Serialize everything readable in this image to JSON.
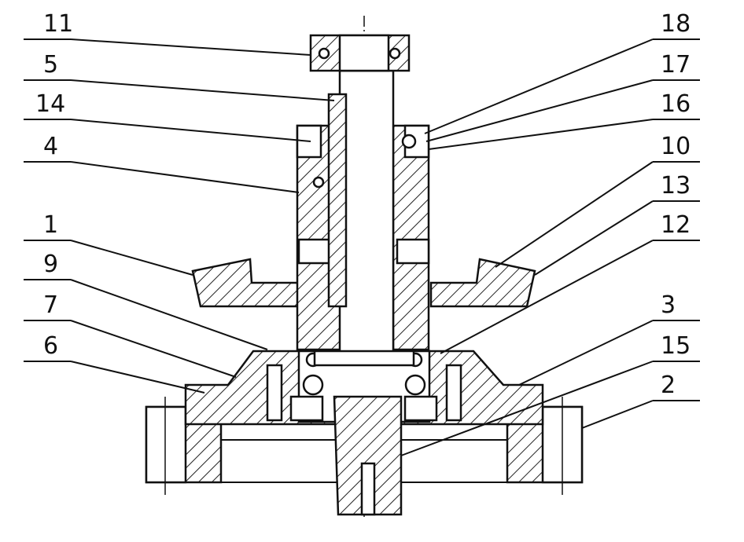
{
  "figure": {
    "left_labels": [
      "11",
      "5",
      "14",
      "4",
      "1",
      "9",
      "7",
      "6"
    ],
    "right_labels": [
      "18",
      "17",
      "16",
      "10",
      "13",
      "12",
      "3",
      "15",
      "2"
    ]
  }
}
